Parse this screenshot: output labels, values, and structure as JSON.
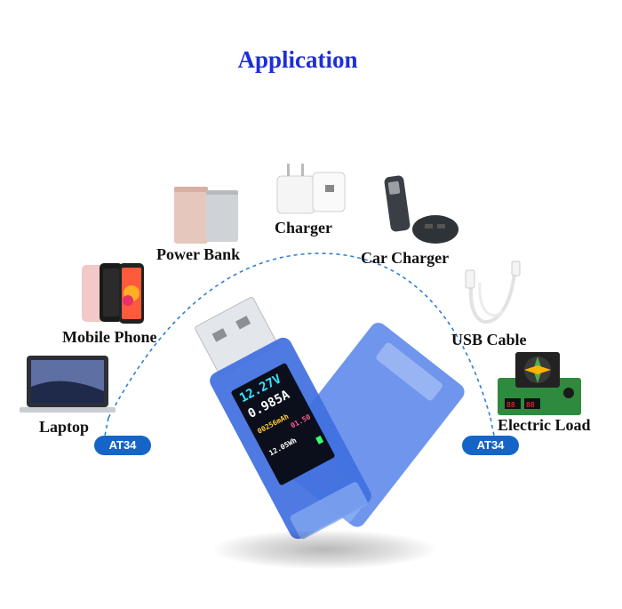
{
  "title": "Application",
  "devices": {
    "power_bank": "Power Bank",
    "charger": "Charger",
    "car_charger": "Car Charger",
    "mobile_phone": "Mobile Phone",
    "usb_cable": "USB Cable",
    "laptop": "Laptop",
    "electric_load": "Electric Load"
  },
  "badges": {
    "left": "AT34",
    "right": "AT34"
  },
  "meter_display": {
    "voltage": "12.27V",
    "current": "0.985A",
    "capacity": "00256mAh",
    "dplus": "01.50",
    "energy": "12.05Wh"
  },
  "colors": {
    "title": "#1d2fd6",
    "badge": "#1565c8",
    "arc": "#2e7fcf",
    "meter_body": "#3f6fe0"
  }
}
